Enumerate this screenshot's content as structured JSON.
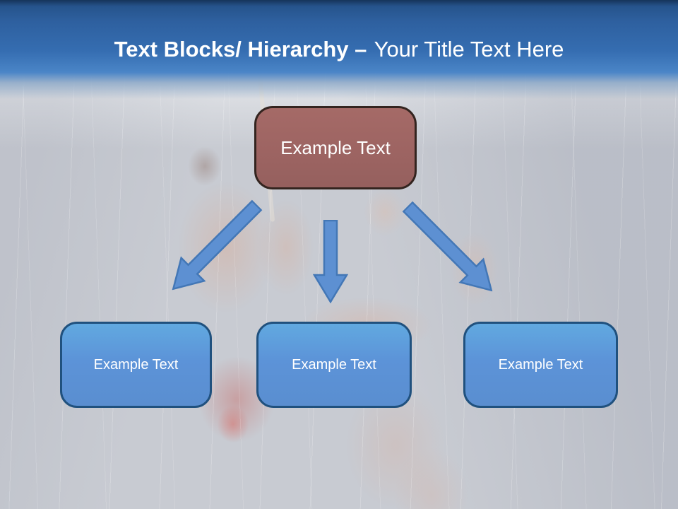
{
  "header": {
    "title_bold": "Text Blocks/ Hierarchy –",
    "title_regular": "Your Title Text Here"
  },
  "diagram": {
    "root_label": "Example Text",
    "children": [
      {
        "label": "Example Text"
      },
      {
        "label": "Example Text"
      },
      {
        "label": "Example Text"
      }
    ],
    "arrow_icons": [
      "arrow-down-left-icon",
      "arrow-down-icon",
      "arrow-down-right-icon"
    ]
  },
  "colors": {
    "header_top": "#16345a",
    "header_blue": "#2e609f",
    "header_blue_light": "#4a85c7",
    "body_bg": "#c8cbd2",
    "title_text": "#ffffff",
    "box_text": "#ffffff",
    "root_box_fill": "#9d6462",
    "root_box_border": "#33241f",
    "child_box_fill": "#5c93d8",
    "child_box_border": "#20517e",
    "arrow_fill": "#5d90d2",
    "arrow_border": "#4377b6"
  }
}
